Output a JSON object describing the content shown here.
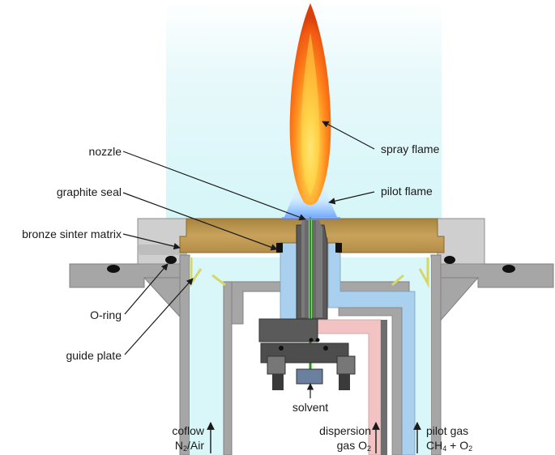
{
  "labels": {
    "spray_flame": "spray flame",
    "nozzle": "nozzle",
    "graphite_seal": "graphite seal",
    "pilot_flame": "pilot flame",
    "bronze_sinter_matrix": "bronze sinter matrix",
    "o_ring": "O-ring",
    "guide_plate": "guide plate",
    "solvent": "solvent",
    "coflow": "coflow",
    "coflow_gas": {
      "prefix": "N",
      "sub": "2",
      "suffix": "/Air"
    },
    "dispersion": "dispersion",
    "dispersion_gas": {
      "prefix": "gas O",
      "sub": "2"
    },
    "pilot_gas": "pilot gas",
    "pilot_gas_mix": {
      "prefix": "CH",
      "sub": "4",
      "suffix": " + O",
      "sub2": "2"
    }
  },
  "colors": {
    "housing_gray": "#a6a6a6",
    "housing_light": "#cfcfcf",
    "coflow_cyan": "#d9f7f9",
    "pilot_blue": "#a9d0ee",
    "dispersion_pink": "#f3c3c4",
    "bronze": "#c59f58",
    "dark_metal": "#4d4d4d",
    "solvent_green": "#7be36b",
    "flame_orange": "#ff8c1a",
    "flame_core": "#ffe066"
  }
}
